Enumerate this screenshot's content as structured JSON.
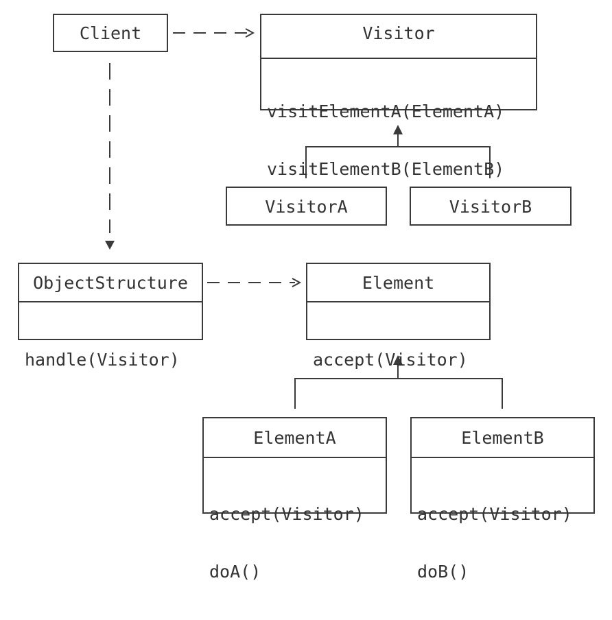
{
  "classes": {
    "client": {
      "name": "Client"
    },
    "visitor": {
      "name": "Visitor",
      "methods": [
        "visitElementA(ElementA)",
        "visitElementB(ElementB)"
      ]
    },
    "visitor_a": {
      "name": "VisitorA"
    },
    "visitor_b": {
      "name": "VisitorB"
    },
    "object_structure": {
      "name": "ObjectStructure",
      "methods": [
        "handle(Visitor)"
      ]
    },
    "element": {
      "name": "Element",
      "methods": [
        "accept(Visitor)"
      ]
    },
    "element_a": {
      "name": "ElementA",
      "methods": [
        "accept(Visitor)",
        "doA()"
      ]
    },
    "element_b": {
      "name": "ElementB",
      "methods": [
        "accept(Visitor)",
        "doB()"
      ]
    }
  }
}
